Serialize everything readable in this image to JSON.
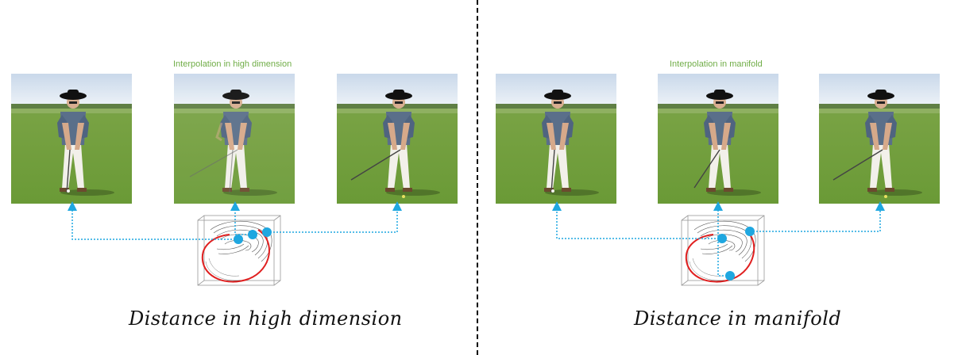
{
  "left_panel": {
    "interp_label": "Interpolation in high dimension",
    "caption": "Distance in high dimension"
  },
  "right_panel": {
    "interp_label": "Interpolation in manifold",
    "caption": "Distance in manifold"
  },
  "colors": {
    "connector": "#1fa7e0",
    "label": "#70ad47",
    "divider": "#000000",
    "manifold_curve": "#e02020"
  },
  "icons": {
    "photo": "golfer-photo",
    "manifold": "swiss-roll-3d-plot"
  }
}
